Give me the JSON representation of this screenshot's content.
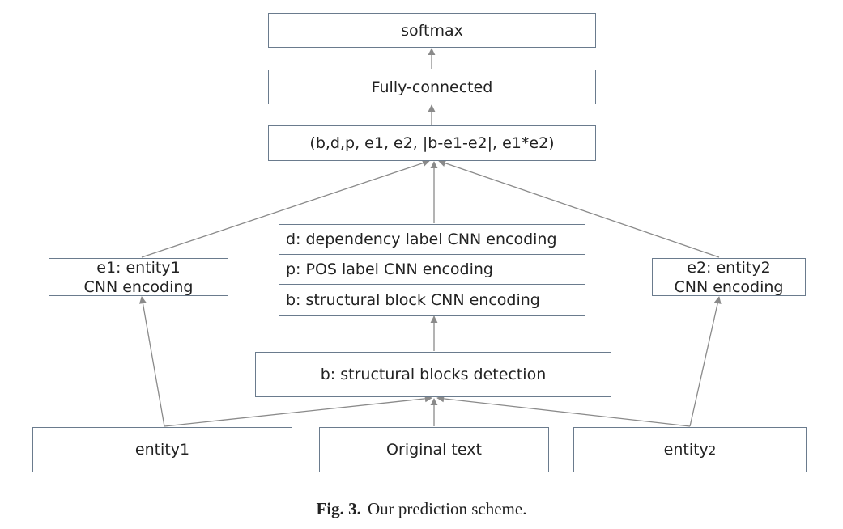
{
  "nodes": {
    "softmax": "softmax",
    "fully_connected": "Fully-connected",
    "concat": "(b,d,p, e1, e2, |b-e1-e2|, e1*e2)",
    "stack": [
      "d: dependency label CNN encoding",
      "p: POS label CNN encoding",
      "b: structural block CNN encoding"
    ],
    "e1_encoding": [
      "e1: entity1",
      "CNN encoding"
    ],
    "e2_encoding": [
      "e2: entity2",
      "CNN encoding"
    ],
    "structural_detection": "b: structural blocks detection",
    "input_entity1": "entity1",
    "input_original_text": "Original text",
    "input_entity2_base": "entity",
    "input_entity2_suffix": "2"
  },
  "caption": {
    "label": "Fig. 3.",
    "text": "Our prediction scheme."
  },
  "colors": {
    "border": "#6a7b8d",
    "arrow": "#8a8a8a"
  }
}
